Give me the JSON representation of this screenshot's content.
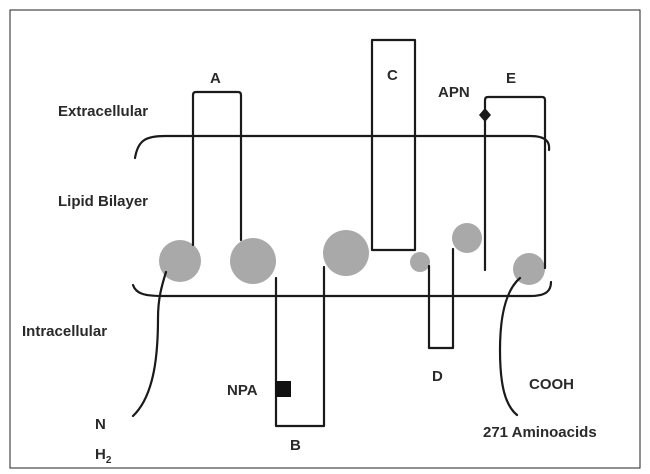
{
  "labels": {
    "extracellular": "Extracellular",
    "lipid_bilayer": "Lipid Bilayer",
    "intracellular": "Intracellular",
    "loop_a": "A",
    "loop_b": "B",
    "loop_c": "C",
    "loop_d": "D",
    "loop_e": "E",
    "motif_apn": "APN",
    "motif_npa": "NPA",
    "n_terminus_n": "N",
    "n_terminus_h": "H",
    "n_terminus_sub": "2",
    "c_terminus": "COOH",
    "length": "271 Aminoacids"
  },
  "colors": {
    "line": "#1a1a1a",
    "lipid_head": "#a9a9a9",
    "text": "#2a2a2a",
    "background": "#ffffff",
    "frame": "#222222"
  }
}
